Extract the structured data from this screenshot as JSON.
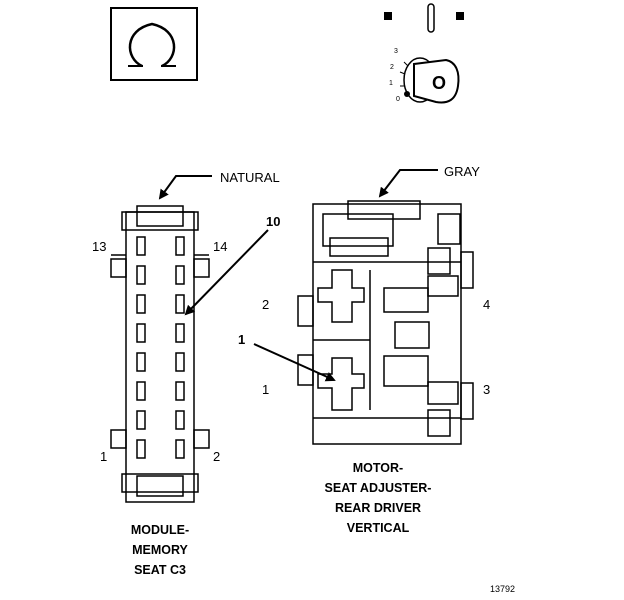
{
  "callouts": {
    "natural": "NATURAL",
    "gray": "GRAY",
    "ten": "10",
    "one": "1"
  },
  "module_connector": {
    "pin_13": "13",
    "pin_14": "14",
    "pin_1": "1",
    "pin_2": "2",
    "caption": [
      "MODULE-",
      "MEMORY",
      "SEAT C3"
    ]
  },
  "motor_connector": {
    "pin_2": "2",
    "pin_4": "4",
    "pin_1": "1",
    "pin_3": "3",
    "caption": [
      "MOTOR-",
      "SEAT ADJUSTER-",
      "REAR DRIVER",
      "VERTICAL"
    ]
  },
  "key_switch": {
    "positions": [
      "3",
      "2",
      "1",
      "0"
    ],
    "key_label": "O"
  },
  "figure_number": "13792",
  "icons": [
    "omega-symbol-icon",
    "ignition-key-icon"
  ]
}
